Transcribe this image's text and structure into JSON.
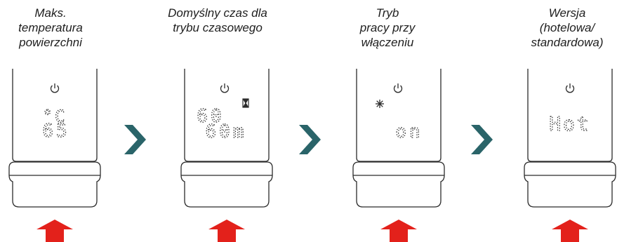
{
  "panels": [
    {
      "caption": "Maks.\ntemperatura\npowierzchni",
      "display": [
        "°C",
        "65"
      ],
      "power_icon": "power-icon",
      "extra_icon": ""
    },
    {
      "caption": "Domyślny czas dla\ntrybu czasowego",
      "display": [
        "60",
        "60m"
      ],
      "power_icon": "power-icon",
      "extra_icon": "hourglass-icon"
    },
    {
      "caption": "Tryb\npracy przy\nwłączeniu",
      "display": [
        "on"
      ],
      "power_icon": "power-icon",
      "extra_icon": "snowflake-icon"
    },
    {
      "caption": "Wersja\n(hotelowa/\nstandardowa)",
      "display": [
        "Hot"
      ],
      "power_icon": "power-icon",
      "extra_icon": ""
    }
  ],
  "colors": {
    "chevron": "#2a6469",
    "arrow": "#e3211b",
    "outline": "#2b2b2b",
    "text": "#1e1e1e"
  },
  "icons": {
    "next": "chevron-right-icon",
    "press": "arrow-up-icon"
  }
}
